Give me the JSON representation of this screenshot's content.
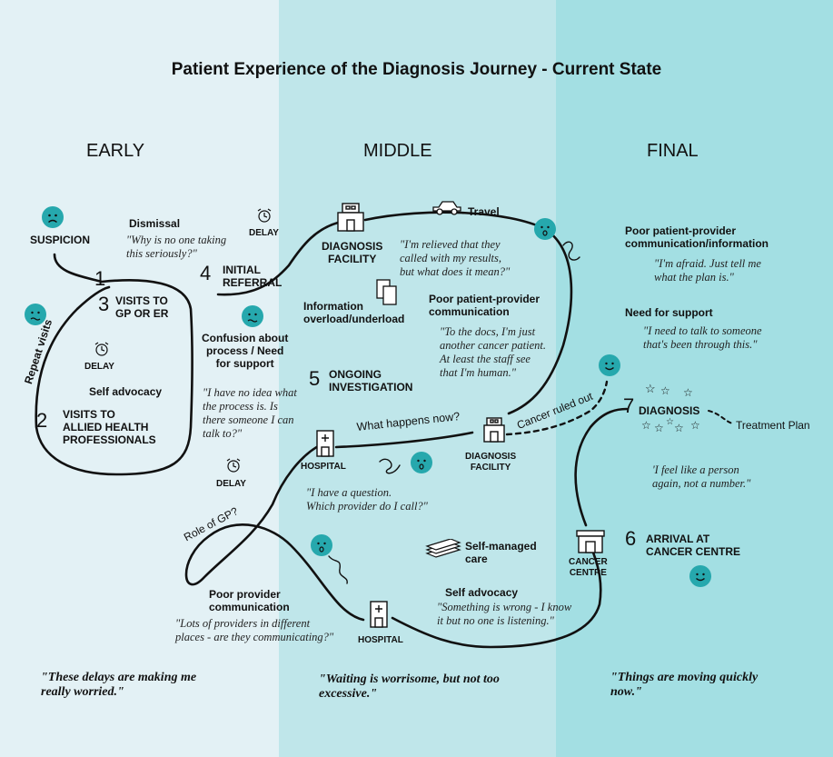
{
  "title": "Patient Experience of the Diagnosis Journey - Current State",
  "colors": {
    "early": "#e3f1f5",
    "middle": "#bfe6ea",
    "final": "#a3dfe3",
    "face": "#26a8ad",
    "line": "#111111"
  },
  "phases": {
    "early": "EARLY",
    "middle": "MIDDLE",
    "final": "FINAL"
  },
  "early": {
    "suspicion": "SUSPICION",
    "dismissal": "Dismissal",
    "dismissal_quote": "\"Why is no one taking\nthis seriously?\"",
    "delay1": "DELAY",
    "step1": "1",
    "step3": "3",
    "visits_gp": "VISITS TO\nGP OR ER",
    "repeat_visits": "Repeat visits",
    "delay2": "DELAY",
    "self_advocacy": "Self advocacy",
    "step2": "2",
    "visits_allied": "VISITS TO\nALLIED HEALTH\nPROFESSIONALS",
    "step4": "4",
    "initial_referral": "INITIAL\nREFERRAL",
    "confusion": "Confusion about\nprocess / Need\nfor support",
    "confusion_quote": "\"I have no idea what\nthe process is. Is\nthere someone I can\ntalk to?\"",
    "delay3": "DELAY",
    "role_gp": "Role of GP?",
    "poor_provider": "Poor provider\ncommunication",
    "poor_provider_quote": "\"Lots of providers in different\nplaces - are they communicating?\"",
    "summary": "\"These delays are making me\nreally worried.\""
  },
  "middle": {
    "diagnosis_facility": "DIAGNOSIS\nFACILITY",
    "travel": "Travel",
    "relieved_quote": "\"I'm relieved that they\ncalled with my results,\nbut what does it mean?\"",
    "info_overload": "Information\noverload/underload",
    "poor_ppc": "Poor patient-provider\ncommunication",
    "docs_quote": "\"To the docs, I'm just\nanother cancer patient.\nAt least the staff see\nthat I'm human.\"",
    "step5": "5",
    "ongoing": "ONGOING\nINVESTIGATION",
    "hospital1": "HOSPITAL",
    "what_happens": "What happens now?",
    "diagnosis_facility2": "DIAGNOSIS\nFACILITY",
    "question_quote": "\"I have a question.\nWhich provider do I call?\"",
    "self_managed": "Self-managed\ncare",
    "self_advocacy": "Self advocacy",
    "wrong_quote": "\"Something is wrong - I know\nit but no one is listening.\"",
    "hospital2": "HOSPITAL",
    "summary": "\"Waiting is worrisome, but not too\nexcessive.\""
  },
  "final": {
    "poor_ppci": "Poor patient-provider\ncommunication/information",
    "afraid_quote": "\"I'm afraid. Just tell me\nwhat the plan is.\"",
    "need_support": "Need for support",
    "support_quote": "\"I need to talk to someone\nthat's been through this.\"",
    "cancer_ruled_out": "Cancer ruled out",
    "step7": "7",
    "diagnosis": "DIAGNOSIS",
    "treatment_plan": "Treatment Plan",
    "person_quote": "'I feel like a person\nagain, not a number.\"",
    "cancer_centre": "CANCER\nCENTRE",
    "step6": "6",
    "arrival": "ARRIVAL AT\nCANCER CENTRE",
    "summary": "\"Things are moving quickly\nnow.\""
  },
  "icons": [
    "sad-face-icon",
    "neutral-face-icon",
    "worried-face-icon",
    "happy-face-icon",
    "alarm-clock-icon",
    "car-icon",
    "building-icon",
    "hospital-icon",
    "documents-icon",
    "papers-stack-icon",
    "star-icon"
  ]
}
